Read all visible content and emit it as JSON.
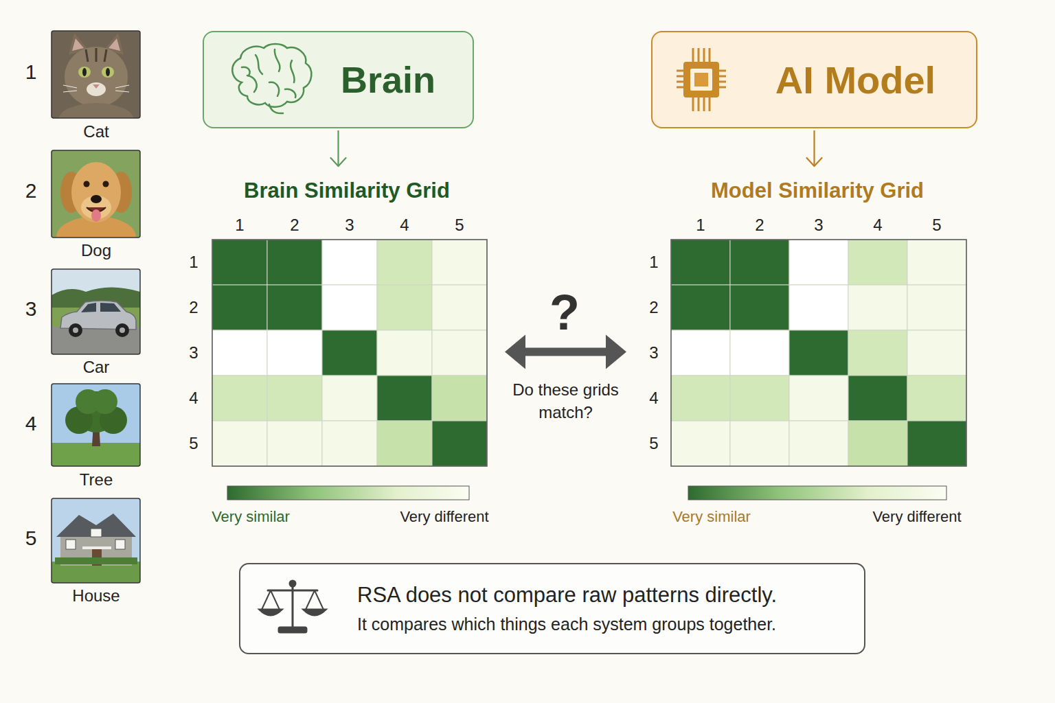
{
  "diagram": {
    "nodes": [
      {
        "text": [
          "Brain"
        ]
      },
      {
        "text": [
          "Brain Similarity Grid"
        ]
      },
      {
        "text": [
          "AI Model"
        ]
      },
      {
        "text": [
          "Model Similarity Grid"
        ]
      },
      {
        "text": [
          "RSA does not compare raw patterns directly.",
          "It compares which things each system groups together."
        ]
      }
    ],
    "edges": [
      {
        "from": 0,
        "to": 1,
        "arrow": "to"
      },
      {
        "from": 2,
        "to": 3,
        "arrow": "to"
      },
      {
        "from": 1,
        "to": 3,
        "arrow": "both",
        "label": "Do these grids match?"
      }
    ],
    "labels": [
      "1",
      "Cat",
      "2",
      "Dog",
      "3",
      "Car",
      "4",
      "Tree",
      "5",
      "House",
      "1",
      "2",
      "3",
      "4",
      "5",
      "1",
      "2",
      "3",
      "4",
      "5",
      "Very similar",
      "Very different",
      "1",
      "2",
      "3",
      "4",
      "5",
      "1",
      "2",
      "3",
      "4",
      "5",
      "Very similar",
      "Very different",
      "?"
    ]
  }
}
